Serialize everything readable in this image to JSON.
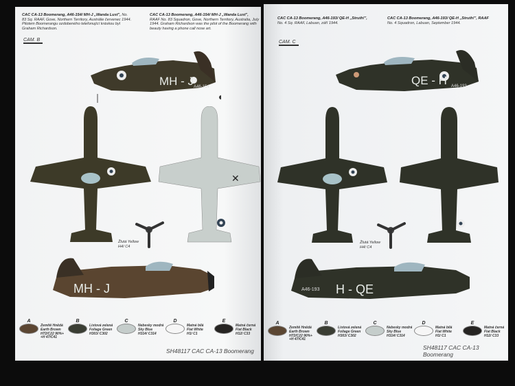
{
  "left_page": {
    "caption_cz": {
      "title": "CAC CA-13 Boomerang, A46-154/ MH-J „Wanda Lust\",",
      "body": "No. 83 Sq. RAAF, Gove, Northern Territory, Austrálie červenec 1944. Pilotem Boomerangu ozdobeného telefonující kráskou byl Graham Richardson."
    },
    "caption_en": {
      "title": "CAC CA-13 Boomerang, A46-154/ MH-J „Wanda Lust\",",
      "body": "RAAF No. 83 Squadron, Gove, Northern Territory, Australia, July 1944. Graham Richardson was the pilot of the Boomerang with beauty having a phone call nose art."
    },
    "cam_label": "CAM. B",
    "codes": {
      "side_top": "MH - J",
      "serial": "A46-154",
      "side_bottom": "MH - J"
    },
    "prop_label": "Žlutá Yellow H4/ C4",
    "footer": "SH48117 CAC CA-13 Boomerang"
  },
  "right_page": {
    "caption_cz": {
      "title": "CAC CA-13 Boomerang, A46-193/ QE-H „Struth!\",",
      "body": "No. 4 Sq. RAAF, Labuan, září 1944."
    },
    "caption_en": {
      "title": "CAC CA-13 Boomerang, A46-193/ QE-H „Struth!\", RAAF",
      "body": "No. 4 Squadron, Labuan, September 1944."
    },
    "cam_label": "CAM. C",
    "codes": {
      "side_top": "QE - H",
      "serial": "A46-193",
      "side_bottom": "H - QE"
    },
    "prop_label": "Žlutá Yellow H4/ C4",
    "footer": "SH48117 CAC CA-13 Boomerang"
  },
  "paints": [
    {
      "letter": "A",
      "cz": "Zemitě Hnědá",
      "en": "Earth Brown",
      "code": "H72/C22 90%+ +H 47/C41",
      "color": "#5b4632"
    },
    {
      "letter": "B",
      "cz": "Listová zelená",
      "en": "Foliage Green",
      "code": "H303/ C302",
      "color": "#3a3d33"
    },
    {
      "letter": "C",
      "cz": "Nebesky modrá",
      "en": "Sky Blue",
      "code": "H314/ C314",
      "color": "#c5cdcb"
    },
    {
      "letter": "D",
      "cz": "Matná bílá",
      "en": "Flat White",
      "code": "H1/ C1",
      "color": "#f6f6f6"
    },
    {
      "letter": "E",
      "cz": "Matná černá",
      "en": "Flat Black",
      "code": "H12/ C33",
      "color": "#262422"
    }
  ]
}
